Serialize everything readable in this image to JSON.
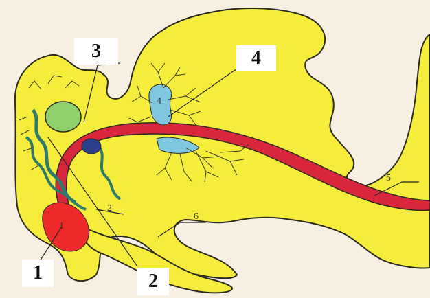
{
  "labels": {
    "box1": "1",
    "box2": "2",
    "box3": "3",
    "box4": "4",
    "inner4": "4",
    "inner2": "2",
    "inner1": "1",
    "inner5": "5",
    "inner6": "6"
  },
  "colors": {
    "background": "#f6efe2",
    "body_yellow": "#f5ec3c",
    "outline": "#2b2a20",
    "red_tract": "#d8263c",
    "gland_green": "#8fd06a",
    "neuron_teal": "#2f7a6a",
    "neuron_blue": "#7fc6df",
    "dark_blue": "#2c3f8c",
    "red_body": "#ee2a2a"
  }
}
